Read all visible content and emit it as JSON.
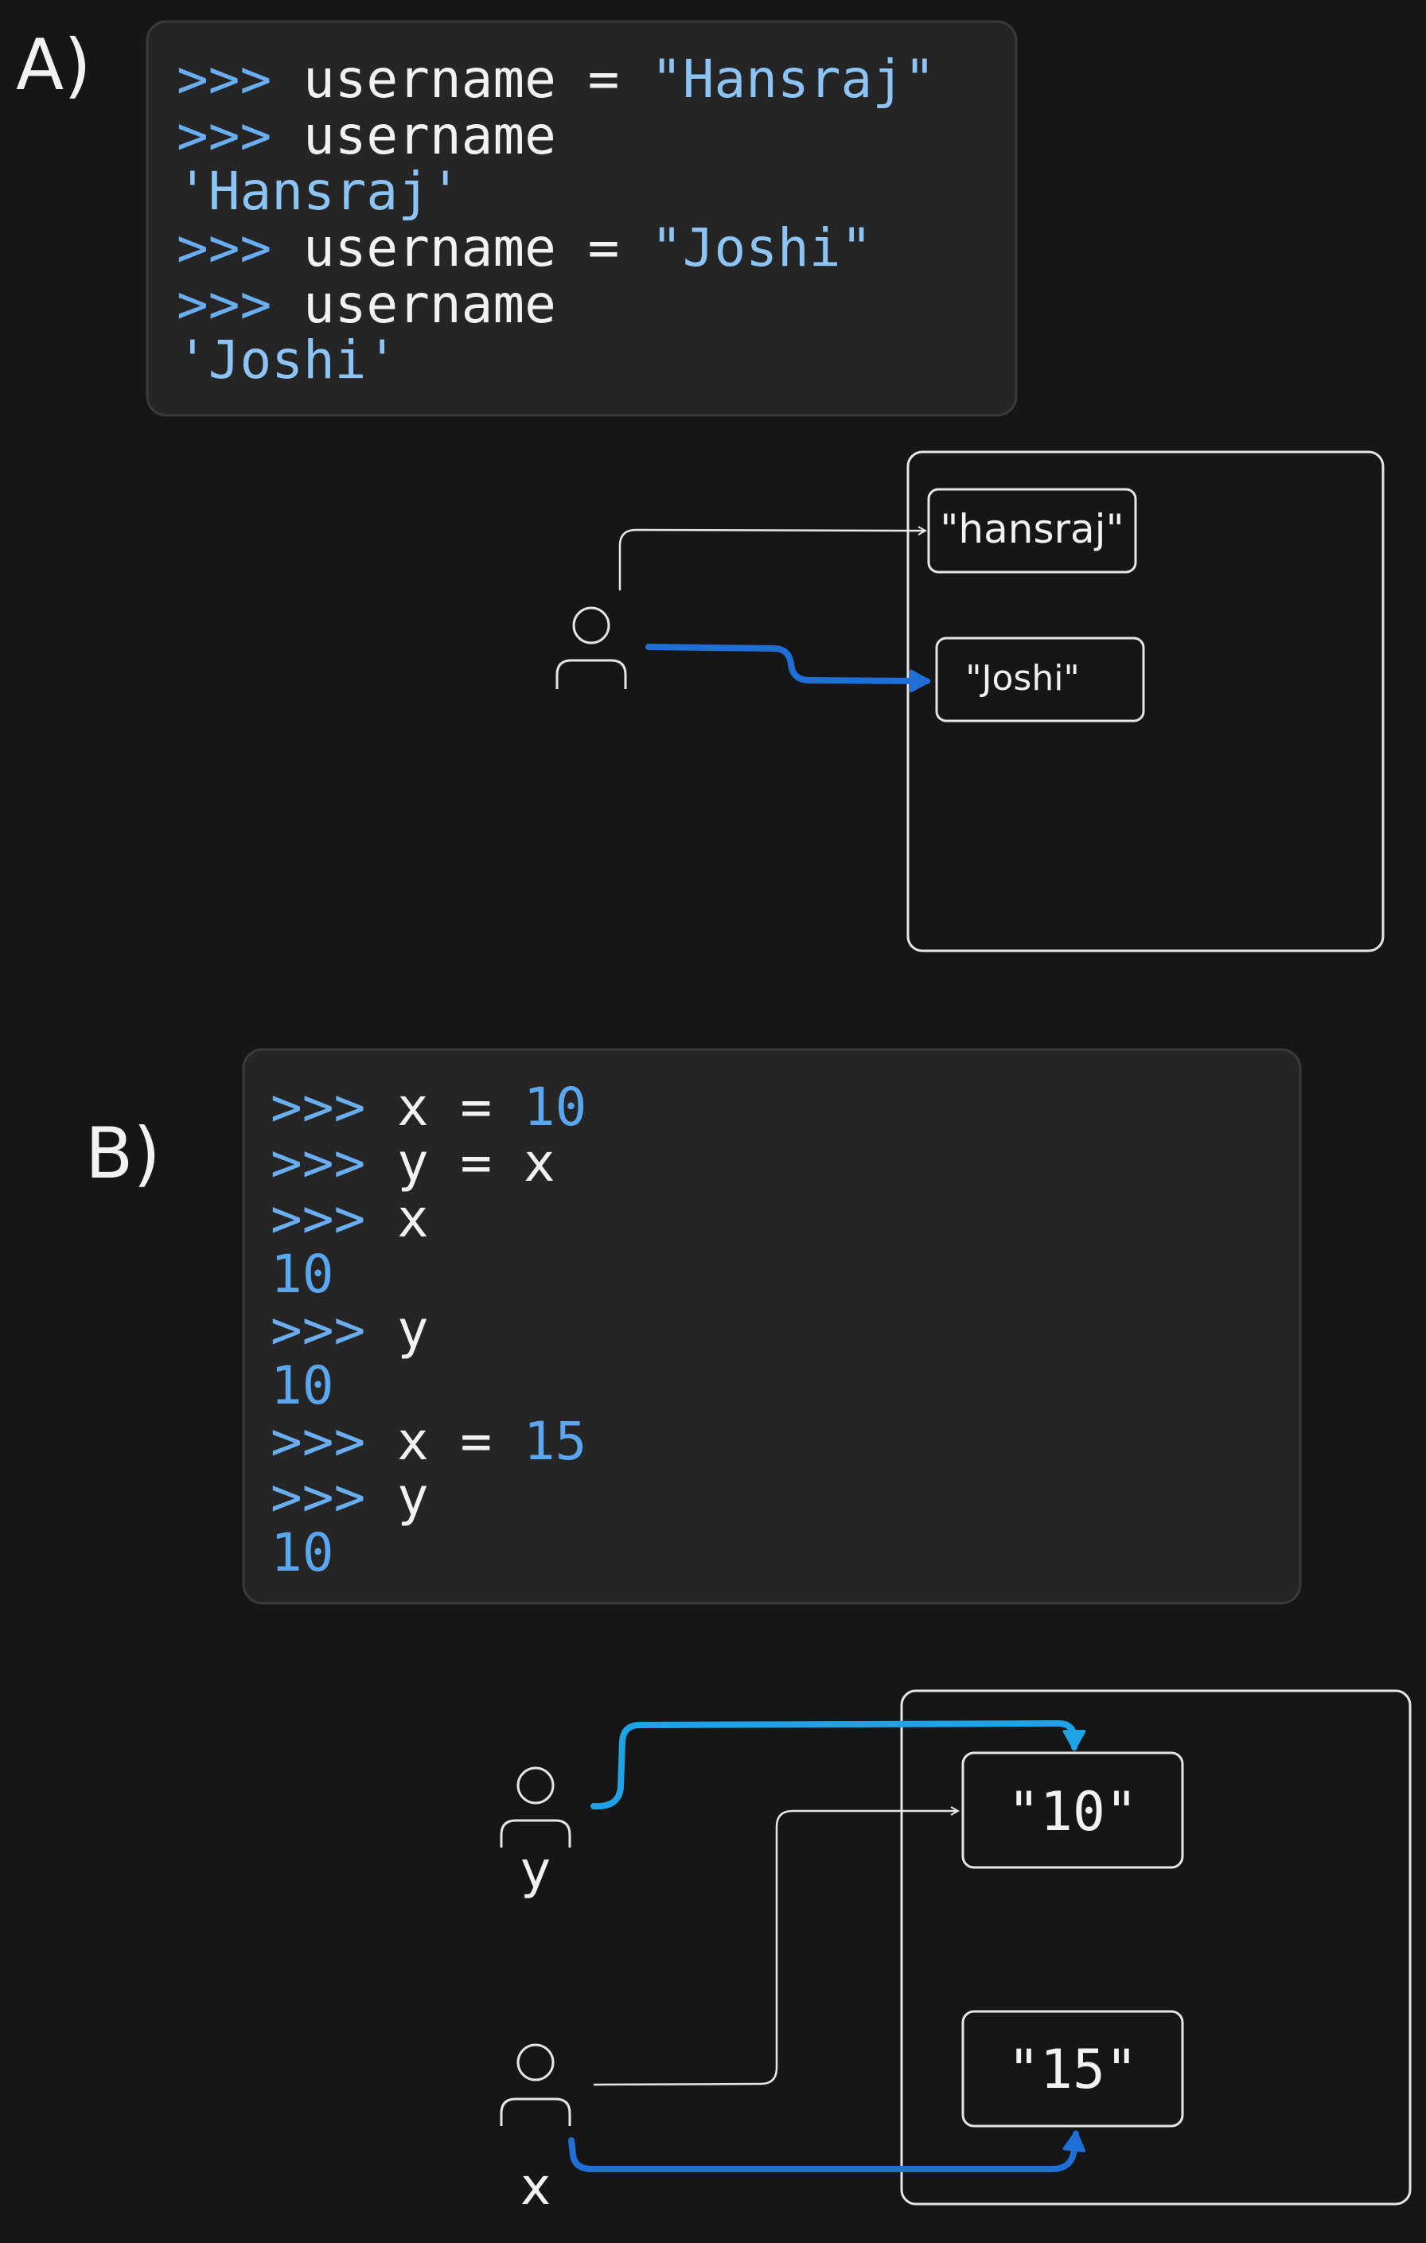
{
  "sections": {
    "a": {
      "label": "A)",
      "code": [
        {
          "prompt": ">>>",
          "text": " username = ",
          "value": "\"Hansraj\""
        },
        {
          "prompt": ">>>",
          "text": " username",
          "value": ""
        },
        {
          "prompt": "",
          "text": "",
          "value": "'Hansraj'"
        },
        {
          "prompt": ">>>",
          "text": " username = ",
          "value": "\"Joshi\""
        },
        {
          "prompt": ">>>",
          "text": " username",
          "value": ""
        },
        {
          "prompt": "",
          "text": "",
          "value": "'Joshi'"
        }
      ],
      "memory": {
        "old_value": "\"hansraj\"",
        "new_value": "\"Joshi\""
      }
    },
    "b": {
      "label": "B)",
      "code": [
        {
          "prompt": ">>>",
          "text": " x = ",
          "value": "10"
        },
        {
          "prompt": ">>>",
          "text": " y = x",
          "value": ""
        },
        {
          "prompt": ">>>",
          "text": " x",
          "value": ""
        },
        {
          "prompt": "",
          "text": "",
          "value": "10"
        },
        {
          "prompt": ">>>",
          "text": " y",
          "value": ""
        },
        {
          "prompt": "",
          "text": "",
          "value": "10"
        },
        {
          "prompt": ">>>",
          "text": " x = ",
          "value": "15"
        },
        {
          "prompt": ">>>",
          "text": " y",
          "value": ""
        },
        {
          "prompt": "",
          "text": "",
          "value": "10"
        }
      ],
      "memory": {
        "value_10": "\"10\"",
        "value_15": "\"15\""
      },
      "variables": {
        "y": "y",
        "x": "x"
      }
    }
  },
  "colors": {
    "background": "#161617",
    "code_panel": "#252526",
    "code_border": "#3a3a3b",
    "prompt": "#6aaef2",
    "value": "#8cc4f5",
    "number": "#5aa6ef",
    "text": "#f2f2f2",
    "stroke": "#e6e6e6",
    "arrow_blue": "#1f6fd6",
    "arrow_cyan": "#1fa3e6"
  }
}
